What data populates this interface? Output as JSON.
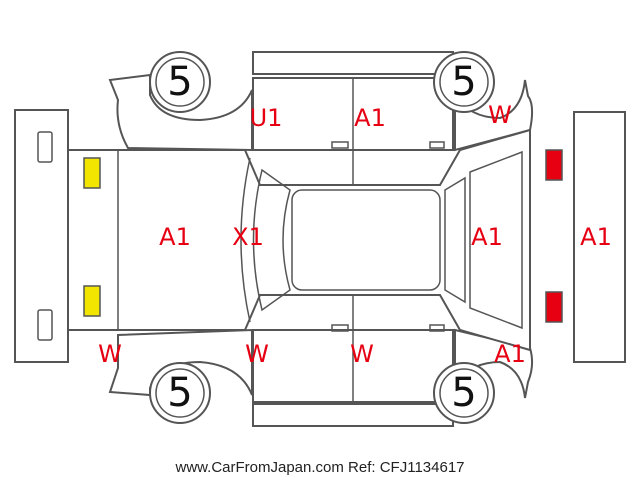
{
  "colors": {
    "damage_text": "#e60012",
    "front_lamp": "#f2e600",
    "rear_lamp": "#e60012",
    "outline": "#555555"
  },
  "tires": {
    "front_left": "5",
    "front_right": "5",
    "rear_left": "5",
    "rear_right": "5"
  },
  "marks": {
    "front_bumper": "A1",
    "hood": "X1",
    "roof_front_door_top": "U1",
    "rear_door_top": "A1",
    "rear_fender_top": "W",
    "tailgate": "A1",
    "rear_bumper": "A1",
    "front_fender_bottom": "W",
    "front_door_bottom": "W",
    "rear_door_bottom": "W",
    "rear_fender_bottom": "A1"
  },
  "footer": "www.CarFromJapan.com Ref: CFJ1134617"
}
